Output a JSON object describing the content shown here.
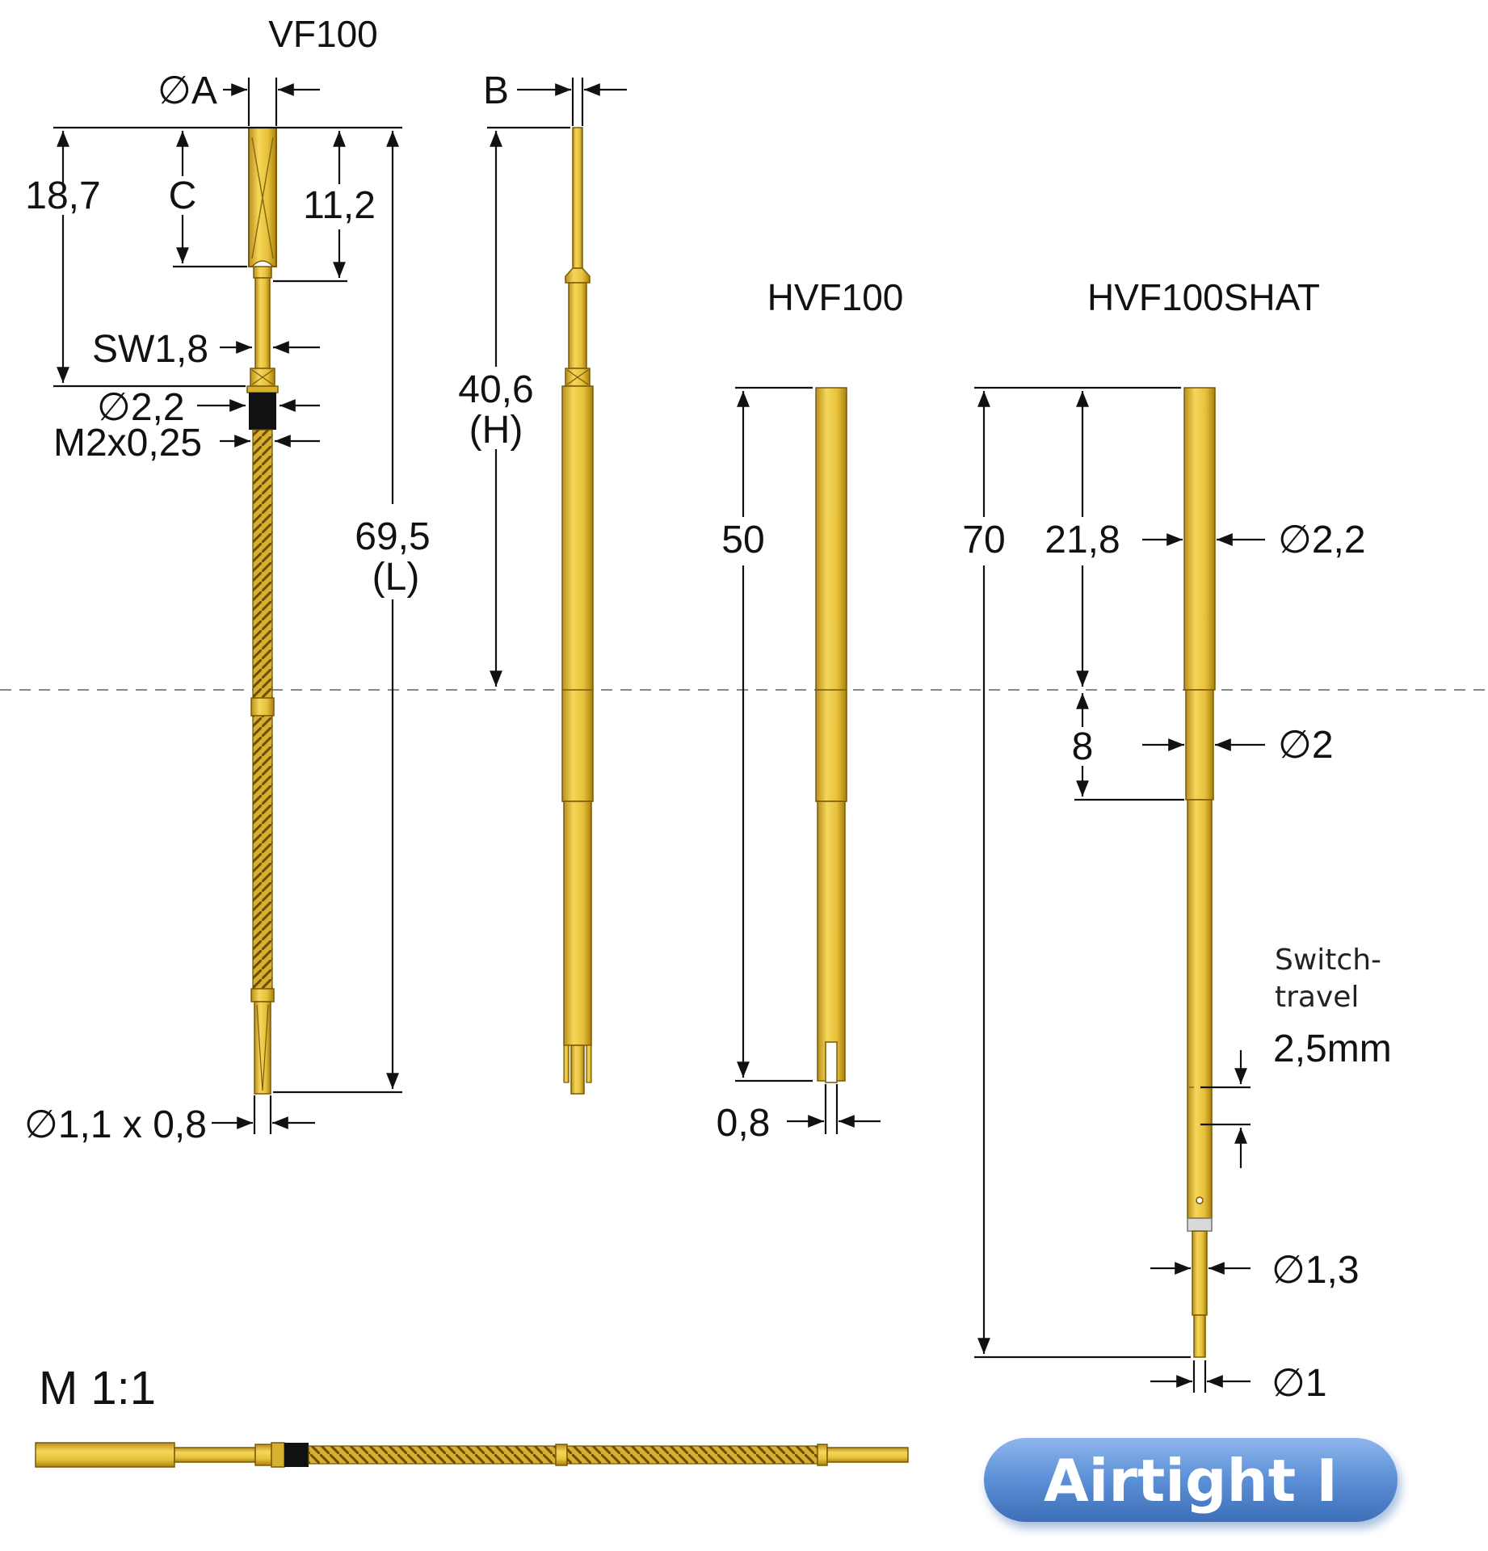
{
  "titles": {
    "vf100": "VF100",
    "hvf100": "HVF100",
    "hvf100shat": "HVF100SHAT"
  },
  "vf100": {
    "dia_a": "∅A",
    "len_18_7": "18,7",
    "len_c": "C",
    "len_11_2": "11,2",
    "sw": "SW1,8",
    "dia_2_2": "∅2,2",
    "thread": "M2x0,25",
    "len_69_5": "69,5",
    "len_l": "(L)",
    "tip": "∅1,1 x 0,8"
  },
  "side_view": {
    "b": "B",
    "len_40_6": "40,6",
    "len_h": "(H)"
  },
  "hvf100": {
    "len_50": "50",
    "tip": "0,8"
  },
  "hvf100shat": {
    "len_70": "70",
    "len_21_8": "21,8",
    "dia_2_2": "∅2,2",
    "len_8": "8",
    "dia_2": "∅2",
    "switch_line1": "Switch-",
    "switch_line2": "travel",
    "travel": "2,5mm",
    "dia_1_3": "∅1,3",
    "dia_1": "∅1"
  },
  "scale": "M 1:1",
  "badge": "Airtight I",
  "colors": {
    "gold": "#e8c23a",
    "badge": "#5b8fd6"
  }
}
